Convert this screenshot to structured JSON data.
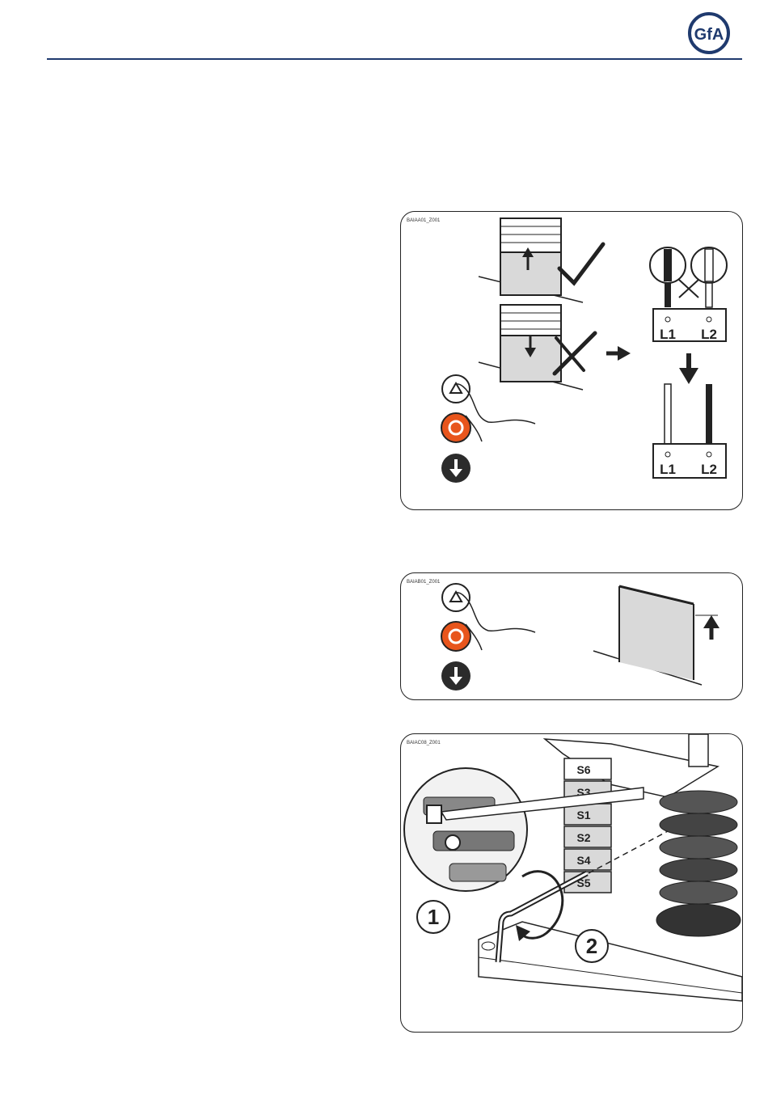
{
  "header": {
    "logo_text": "GfA",
    "rule_color": "#1f3a6e"
  },
  "figures": [
    {
      "code": "BAIAA01_Z001",
      "terminal_labels": [
        "L1",
        "L2",
        "L1",
        "L2"
      ],
      "icons": [
        "door-up-check-icon",
        "door-down-cross-icon",
        "arrow-right-icon",
        "swap-wires-icon",
        "up-button-icon",
        "stop-button-icon",
        "down-button-icon"
      ]
    },
    {
      "code": "BAIAB01_Z001",
      "icons": [
        "up-button-icon",
        "stop-button-icon",
        "down-button-icon",
        "door-raised-icon"
      ]
    },
    {
      "code": "BAIAC08_Z001",
      "switch_labels": [
        "S6",
        "S3",
        "S1",
        "S2",
        "S4",
        "S5"
      ],
      "step_labels": [
        "1",
        "2"
      ],
      "icons": [
        "limit-switch-cam-icon",
        "allen-key-icon",
        "rotate-arrow-icon"
      ]
    }
  ],
  "colors": {
    "stop_button": "#e8551c",
    "dark_button": "#2b2b2b",
    "door_fill": "#d9d9d9"
  }
}
